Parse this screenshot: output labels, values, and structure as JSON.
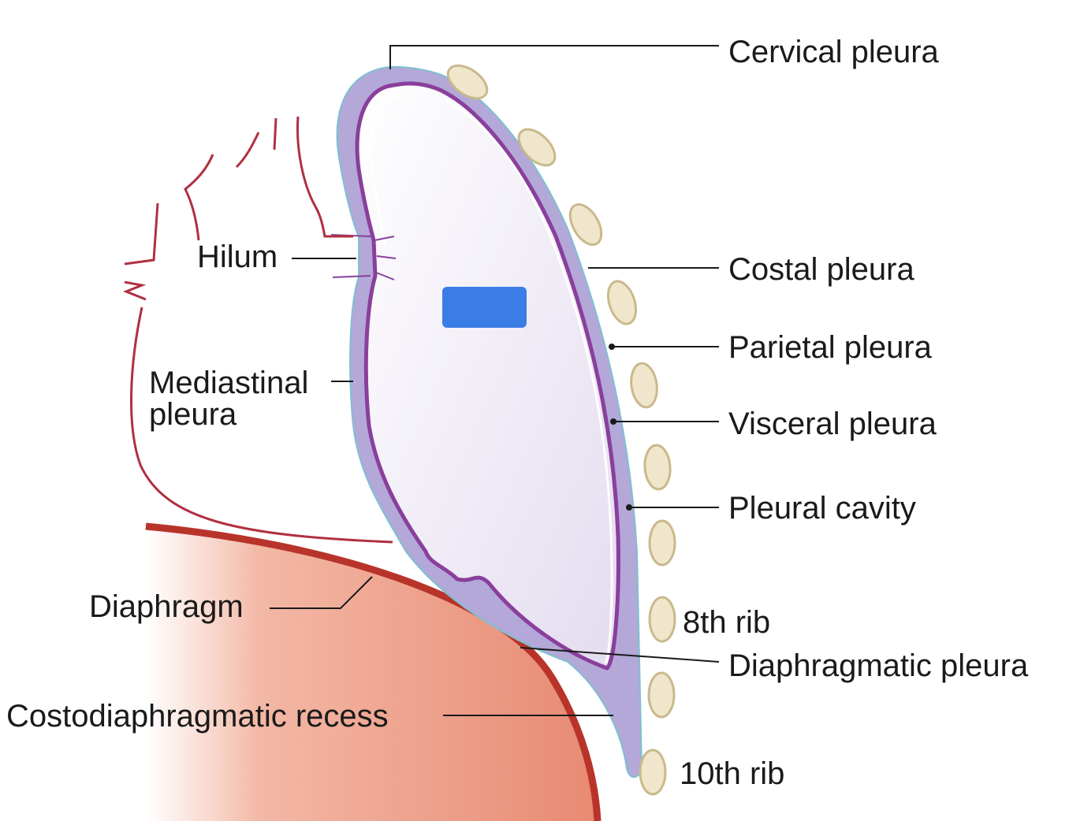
{
  "labels": {
    "cervical_pleura": "Cervical pleura",
    "costal_pleura": "Costal pleura",
    "parietal_pleura": "Parietal pleura",
    "visceral_pleura": "Visceral pleura",
    "pleural_cavity": "Pleural cavity",
    "rib_8": "8th rib",
    "diaphragmatic_pleura": "Diaphragmatic pleura",
    "rib_10": "10th rib",
    "costodiaphragmatic_recess": "Costodiaphragmatic recess",
    "diaphragm": "Diaphragm",
    "hilum": "Hilum",
    "mediastinal_pleura_line1": "Mediastinal",
    "mediastinal_pleura_line2": "pleura"
  },
  "colors": {
    "diaphragm_fill": "#e8907a",
    "diaphragm_edge": "#b8342a",
    "pleura_outer": "#a79bd0",
    "pleura_line": "#8a3f9c",
    "lung_fill": "#efe9f6",
    "mediastinum_line": "#b03040",
    "rib_fill": "#efe6cc",
    "rib_edge": "#c9b98c",
    "redaction": "#3b7de6",
    "leader": "#1a1a1a"
  },
  "icons": {
    "redaction_mark": "redaction-box",
    "ribs": "rib-cross-section-icon"
  }
}
